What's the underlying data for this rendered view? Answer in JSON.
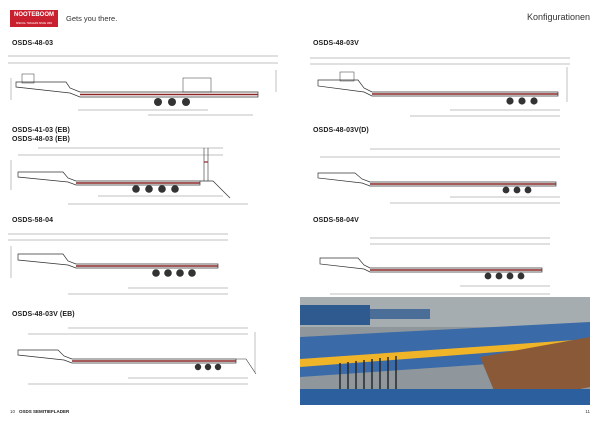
{
  "brand": {
    "logo": "NOOTEBOOM",
    "logo_sub": "SPECIAL TRAILERS SINCE 1881",
    "tagline": "Gets you there."
  },
  "page_title": "Konfigurationen",
  "models": [
    {
      "name": "OSDS-48-03"
    },
    {
      "name": "OSDS-48-03V"
    },
    {
      "name": "OSDS-41-03 (EB)"
    },
    {
      "name": "OSDS-48-03 (EB)"
    },
    {
      "name": "OSDS-48-03V(D)"
    },
    {
      "name": "OSDS-58-04"
    },
    {
      "name": "OSDS-58-04V"
    },
    {
      "name": "OSDS-48-03V (EB)"
    }
  ],
  "footer": {
    "left_page": "10",
    "left_label": "OSDS SEMITIEFLADER",
    "right_page": "11"
  },
  "colors": {
    "brand_red": "#c8202e",
    "frame": "#8a2323",
    "line": "#333333"
  }
}
